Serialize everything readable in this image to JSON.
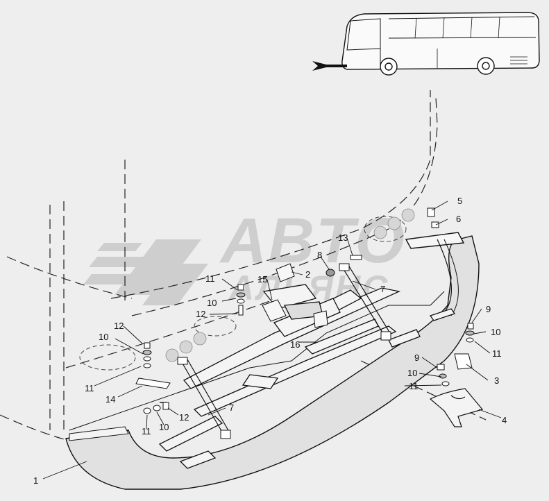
{
  "watermark": {
    "brand": "ABTO",
    "sub": "АЛЬЯНС"
  },
  "callouts": {
    "c1": "1",
    "c2": "2",
    "c3": "3",
    "c4": "4",
    "c5": "5",
    "c6": "6",
    "c7a": "7",
    "c7b": "7",
    "c8": "8",
    "c9a": "9",
    "c9b": "9",
    "c10a": "10",
    "c10b": "10",
    "c10c": "10",
    "c10d": "10",
    "c10e": "10",
    "c11a": "11",
    "c11b": "11",
    "c11c": "11",
    "c11d": "11",
    "c11e": "11",
    "c12a": "12",
    "c12b": "12",
    "c12c": "12",
    "c13": "13",
    "c14": "14",
    "c15": "15",
    "c16": "16"
  },
  "colors": {
    "background": "#eeeeee",
    "line": "#111111",
    "watermark": "#c9c9c9",
    "shade": "#dcdcdc"
  }
}
